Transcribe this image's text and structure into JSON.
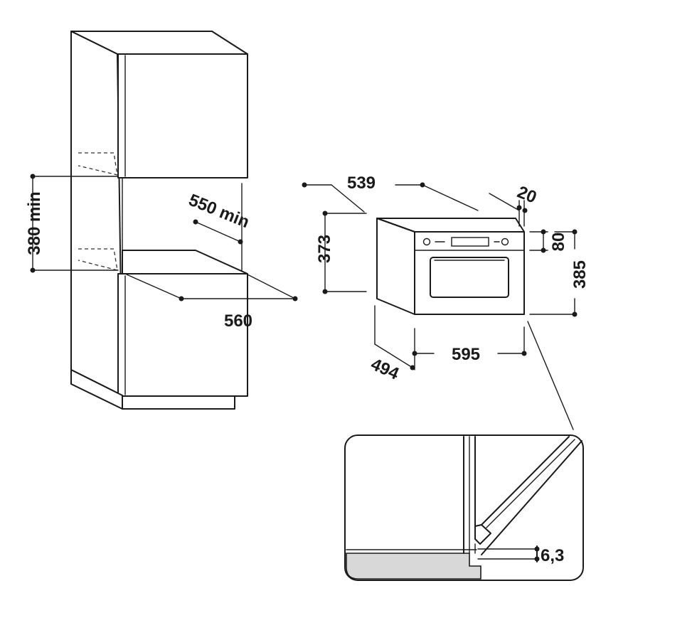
{
  "dimensions": {
    "niche_height_min": "380 min",
    "niche_depth_min": "550 min",
    "niche_width": "560",
    "oven_depth": "539",
    "front_overhang": "20",
    "body_height": "373",
    "panel_height": "80",
    "front_height": "385",
    "front_width": "595",
    "body_depth": "494",
    "gap_detail": "6,3"
  }
}
